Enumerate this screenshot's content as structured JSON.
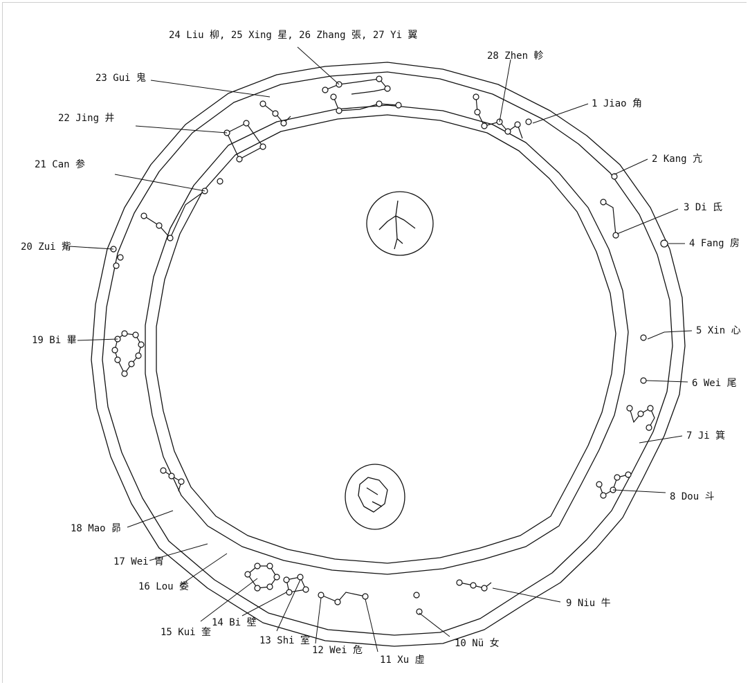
{
  "diagram": {
    "mansions": [
      {
        "id": "jiao",
        "label": "1 Jiao 角"
      },
      {
        "id": "kang",
        "label": "2 Kang 亢"
      },
      {
        "id": "di",
        "label": "3 Di 氐"
      },
      {
        "id": "fang",
        "label": "4 Fang 房"
      },
      {
        "id": "xin",
        "label": "5 Xin 心"
      },
      {
        "id": "wei6",
        "label": "6 Wei 尾"
      },
      {
        "id": "ji",
        "label": "7 Ji 箕"
      },
      {
        "id": "dou",
        "label": "8 Dou 斗"
      },
      {
        "id": "niu",
        "label": "9 Niu 牛"
      },
      {
        "id": "nu",
        "label": "10 Nü 女"
      },
      {
        "id": "xu",
        "label": "11 Xu 虛"
      },
      {
        "id": "wei12",
        "label": "12 Wei 危"
      },
      {
        "id": "shi",
        "label": "13 Shi 室"
      },
      {
        "id": "bi14",
        "label": "14 Bi 壁"
      },
      {
        "id": "kui",
        "label": "15 Kui 奎"
      },
      {
        "id": "lou",
        "label": "16 Lou 娄"
      },
      {
        "id": "wei17",
        "label": "17 Wei 胃"
      },
      {
        "id": "mao",
        "label": "18 Mao 昴"
      },
      {
        "id": "bi19",
        "label": "19 Bi 畢"
      },
      {
        "id": "zui",
        "label": "20 Zui 觜"
      },
      {
        "id": "can",
        "label": "21 Can 参"
      },
      {
        "id": "jing",
        "label": "22 Jing 井"
      },
      {
        "id": "gui",
        "label": "23 Gui 鬼"
      },
      {
        "id": "liu_xing_zhang_yi",
        "label": "24 Liu 柳, 25 Xing 星, 26 Zhang 張, 27 Yi 翼"
      },
      {
        "id": "zhen",
        "label": "28 Zhen 軫"
      }
    ]
  }
}
